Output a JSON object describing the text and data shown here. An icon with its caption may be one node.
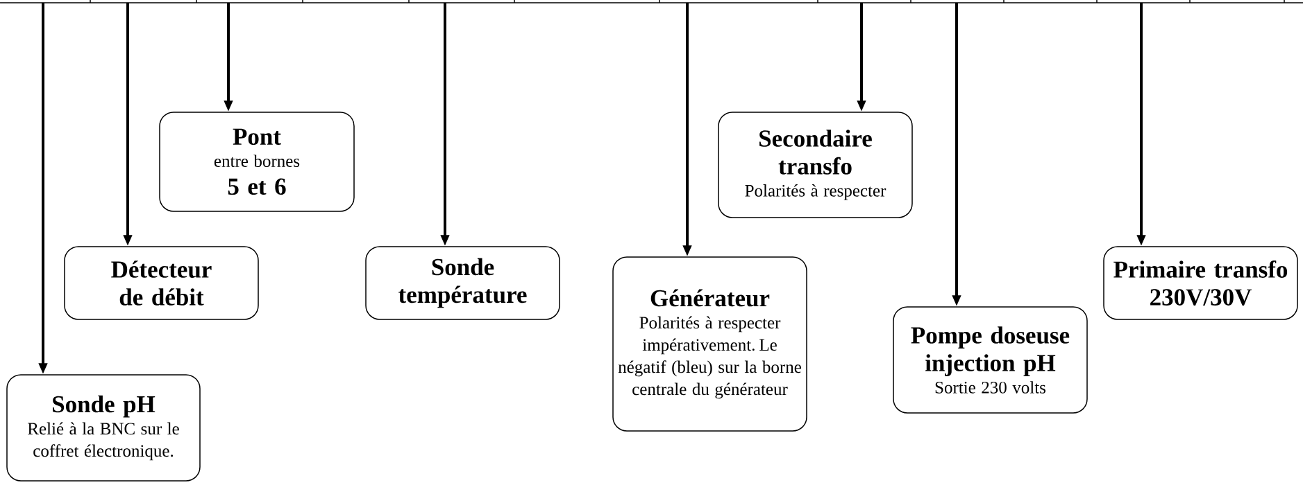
{
  "diagram": {
    "nodes": [
      {
        "text": [
          "Sonde pH",
          "Relié à la BNC sur le coffret électronique."
        ]
      },
      {
        "text": [
          "Détecteur de débit"
        ]
      },
      {
        "text": [
          "Pont",
          "entre bornes",
          "5 et 6"
        ]
      },
      {
        "text": [
          "Sonde température"
        ]
      },
      {
        "text": [
          "Générateur",
          "Polarités à respecter impérativement. Le négatif (bleu) sur la borne centrale du générateur"
        ]
      },
      {
        "text": [
          "Secondaire transfo",
          "Polarités à respecter"
        ]
      },
      {
        "text": [
          "Pompe doseuse injection pH",
          "Sortie 230 volts"
        ]
      },
      {
        "text": [
          "Primaire transfo 230V/30V"
        ]
      }
    ],
    "edges": [
      {
        "from": null,
        "to": 0,
        "arrow": "to"
      },
      {
        "from": null,
        "to": 1,
        "arrow": "to"
      },
      {
        "from": null,
        "to": 2,
        "arrow": "to"
      },
      {
        "from": null,
        "to": 3,
        "arrow": "to"
      },
      {
        "from": null,
        "to": 4,
        "arrow": "to"
      },
      {
        "from": null,
        "to": 5,
        "arrow": "to"
      },
      {
        "from": null,
        "to": 6,
        "arrow": "to"
      },
      {
        "from": null,
        "to": 7,
        "arrow": "to"
      }
    ]
  }
}
